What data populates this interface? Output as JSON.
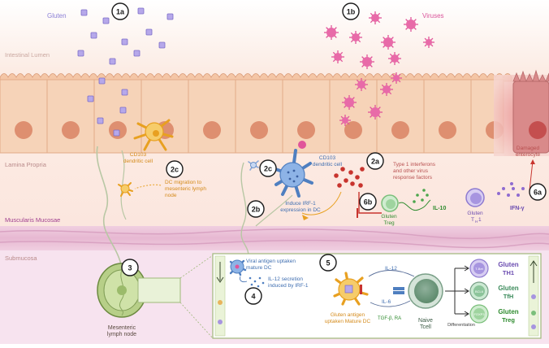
{
  "regions": {
    "lumen": "Intestinal Lumen",
    "lamina": "Lamina Propria",
    "muscularis": "Muscularis Mucosae",
    "submucosa": "Submucosa"
  },
  "labels": {
    "gluten": "Gluten",
    "viruses": "Viruses",
    "dc_left_1": "CD103",
    "dc_left_2": "dendritic cell",
    "dc_mid_1": "CD103",
    "dc_mid_2": "dendritic cell",
    "migration_1": "DC migration to",
    "migration_2": "mesenteric lymph",
    "migration_3": "node",
    "ifn_1": "Type 1 interferons",
    "ifn_2": "and other virus",
    "ifn_3": "response factors",
    "irf_1": "Induce IRF-1",
    "irf_2": "expression in DC",
    "gluten_treg_1": "Gluten",
    "gluten_treg_2": "Treg",
    "il10": "IL-10",
    "gluten_th1": "Gluten",
    "th1_sub": "T",
    "th1_subscript": "H",
    "th1_num": "1",
    "ifng": "IFN-γ",
    "damaged_1": "Damaged",
    "damaged_2": "enterocyte",
    "lymph_1": "Mesenteric",
    "lymph_2": "lymph node",
    "viral_dc_1": "Viral antigen uptaken",
    "viral_dc_2": "mature DC",
    "il12_sec_1": "IL-12 secretion",
    "il12_sec_2": "induced by IRF-1",
    "gluten_dc_1": "Gluten antigen",
    "gluten_dc_2": "uptaken Mature DC",
    "il12": "IL-12",
    "il6": "IL-6",
    "tgf": "TGF-β, RA",
    "naive_1": "Naive",
    "naive_2": "Tcell",
    "differentiation": "Differentiation",
    "t_bet": "T-Bet",
    "bcl6": "BCL6",
    "foxp3": "FOXP3",
    "out_th1_1": "Gluten",
    "out_th1_2": "TH1",
    "out_tfh_1": "Gluten",
    "out_tfh_2": "TfH",
    "out_treg_1": "Gluten",
    "out_treg_2": "Treg"
  },
  "steps": {
    "s1a": "1a",
    "s1b": "1b",
    "s2a": "2a",
    "s2b": "2b",
    "s2c_a": "2c",
    "s2c_b": "2c",
    "s3": "3",
    "s4": "4",
    "s5": "5",
    "s6a": "6a",
    "s6b": "6b"
  },
  "colors": {
    "lumen_text": "#c9a7a0",
    "region_text": "#b98a8a",
    "muscularis_text": "#a0408f",
    "dc_orange": "#e8a020",
    "dc_blue": "#4f7fc0",
    "virus_pink": "#e0559a",
    "gluten_purple": "#a99be0",
    "treg_green": "#2e8b2e",
    "th1_purple": "#6a4bb0",
    "ifn_red": "#c8342e"
  }
}
